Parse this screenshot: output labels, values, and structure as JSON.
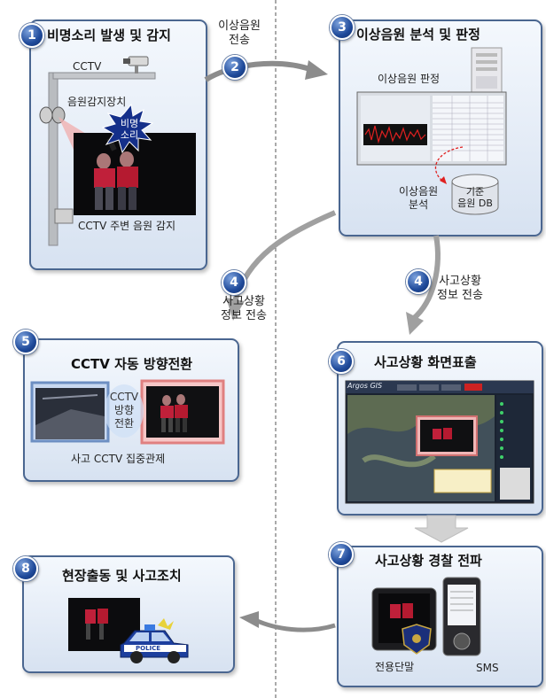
{
  "steps": {
    "s1": {
      "num": "1",
      "title": "비명소리 발생 및 감지",
      "cctv_label": "CCTV",
      "sensor_label": "음원감지장치",
      "scream_line1": "비명",
      "scream_line2": "소리",
      "caption": "CCTV 주변 음원 감지"
    },
    "s2": {
      "num": "2",
      "label_line1": "이상음원",
      "label_line2": "전송"
    },
    "s3": {
      "num": "3",
      "title": "이상음원 분석 및 판정",
      "judge_label": "이상음원 판정",
      "analysis_line1": "이상음원",
      "analysis_line2": "분석",
      "db_line1": "기준",
      "db_line2": "음원 DB"
    },
    "s4_left": {
      "num": "4",
      "label_line1": "사고상황",
      "label_line2": "정보 전송"
    },
    "s4_right": {
      "num": "4",
      "label_line1": "사고상황",
      "label_line2": "정보 전송"
    },
    "s5": {
      "num": "5",
      "title": "CCTV 자동 방향전환",
      "mid_line1": "CCTV",
      "mid_line2": "방향",
      "mid_line3": "전환",
      "caption": "사고 CCTV 집중관제"
    },
    "s6": {
      "num": "6",
      "title": "사고상황 화면표출",
      "app_name": "Argos GIS"
    },
    "s7": {
      "num": "7",
      "title": "사고상황 경찰 전파",
      "device_label": "전용단말",
      "sms_label": "SMS"
    },
    "s8": {
      "num": "8",
      "title": "현장출동 및 사고조치",
      "police_label": "POLICE"
    }
  },
  "colors": {
    "badge": "#1f4a9a",
    "panel_border": "#4a6690",
    "arrow": "#8c8c8c",
    "alert_red": "#e02020"
  }
}
